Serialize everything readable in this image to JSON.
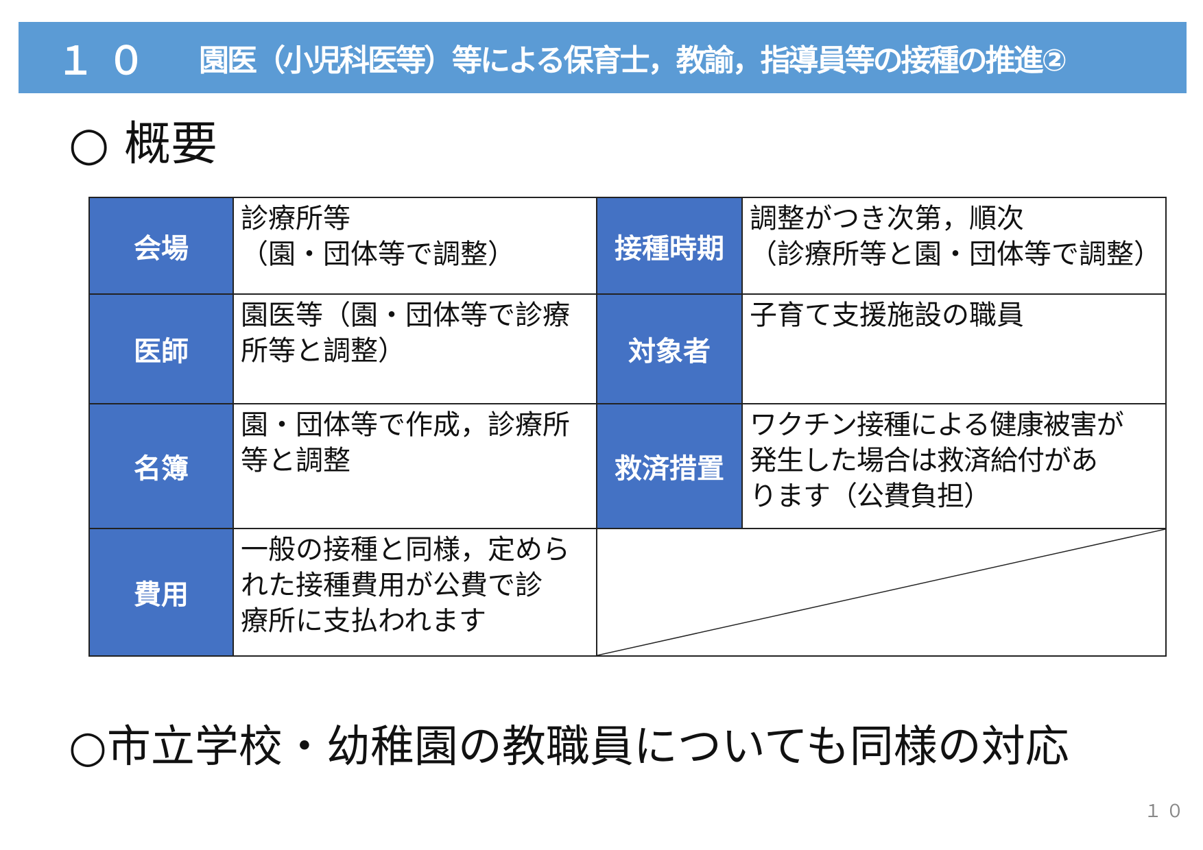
{
  "header": {
    "number": "１０",
    "title": "園医（小児科医等）等による保育士，教諭，指導員等の接種の推進②"
  },
  "section_heading": "○ 概要",
  "table": {
    "venue_label": "会場",
    "venue_value": "診療所等\n（園・団体等で調整）",
    "timing_label": "接種時期",
    "timing_value": "調整がつき次第，順次\n（診療所等と園・団体等で調整）",
    "doctor_label": "医師",
    "doctor_value": "園医等（園・団体等で診療\n所等と調整）",
    "target_label": "対象者",
    "target_value": "子育て支援施設の職員",
    "roster_label": "名簿",
    "roster_value": "園・団体等で作成，診療所\n等と調整",
    "relief_label": "救済措置",
    "relief_value": "ワクチン接種による健康被害が\n発生した場合は救済給付があ\nります（公費負担）",
    "cost_label": "費用",
    "cost_value": "一般の接種と同様，定めら\nれた接種費用が公費で診\n療所に支払われます"
  },
  "footer_note": "○市立学校・幼稚園の教職員についても同様の対応",
  "page_number": "１０",
  "colors": {
    "header_bar": "#5b9bd5",
    "label_cell": "#4472c4"
  }
}
